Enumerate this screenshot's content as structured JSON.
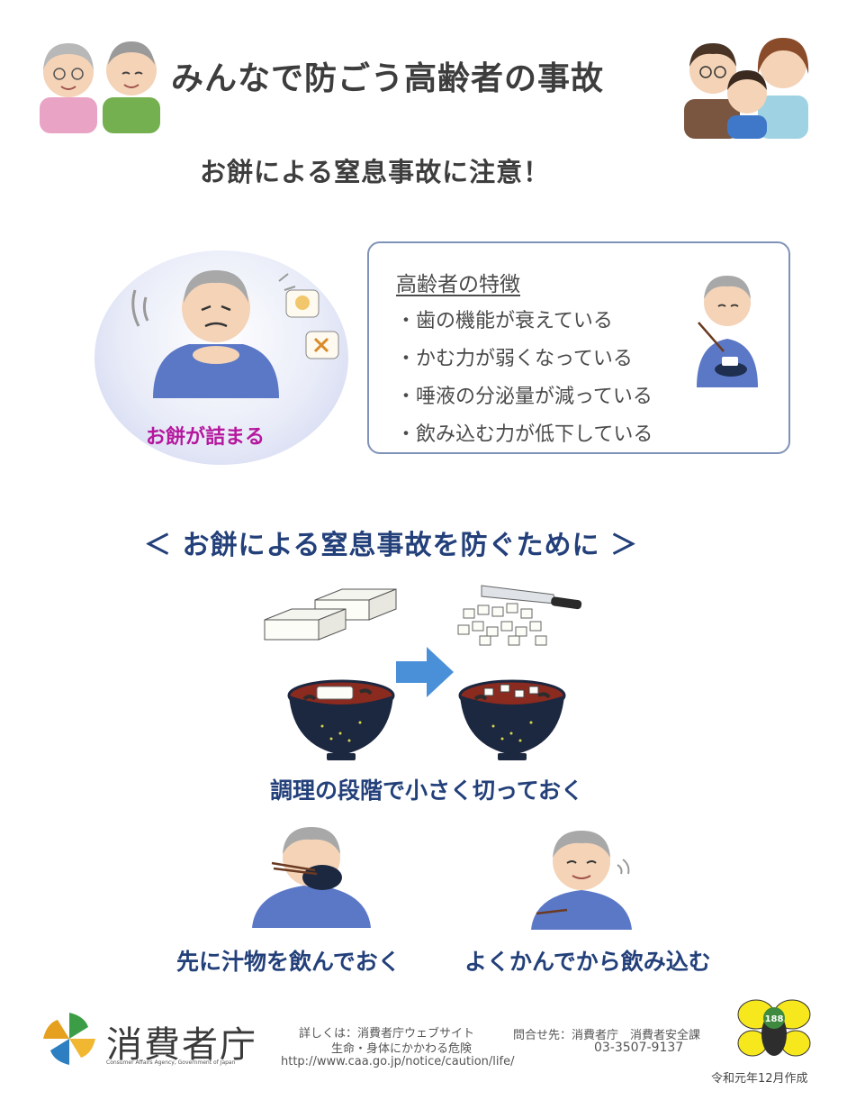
{
  "header": {
    "title": "みんなで防ごう高齢者の事故",
    "subtitle": "お餅による窒息事故に注意！"
  },
  "choking": {
    "label": "お餅が詰まる"
  },
  "features": {
    "heading": "高齢者の特徴",
    "items": [
      "歯の機能が衰えている",
      "かむ力が弱くなっている",
      "唾液の分泌量が減っている",
      "飲み込む力が低下している"
    ],
    "bullet": "・"
  },
  "prevention": {
    "heading": "＜ お餅による窒息事故を防ぐために ＞",
    "step_cut": "調理の段階で小さく切っておく",
    "step_soup": "先に汁物を飲んでおく",
    "step_chew": "よくかんでから飲み込む"
  },
  "footer": {
    "agency_name": "消費者庁",
    "agency_en": "Consumer Affairs Agency, Government of Japan",
    "info_line1": "詳しくは：消費者庁ウェブサイト",
    "info_line2": "生命・身体にかかわる危険",
    "info_url": "http://www.caa.go.jp/notice/caution/life/",
    "contact_line1": "問合せ先：消費者庁　消費者安全課",
    "contact_phone": "03-3507-9137",
    "mascot_number": "188",
    "date": "令和元年12月作成"
  },
  "colors": {
    "heading_blue": "#23407a",
    "magenta": "#b5179e",
    "box_border": "#7f93b8",
    "arrow_blue": "#4a90d9",
    "shirt_blue": "#5b78c7"
  }
}
